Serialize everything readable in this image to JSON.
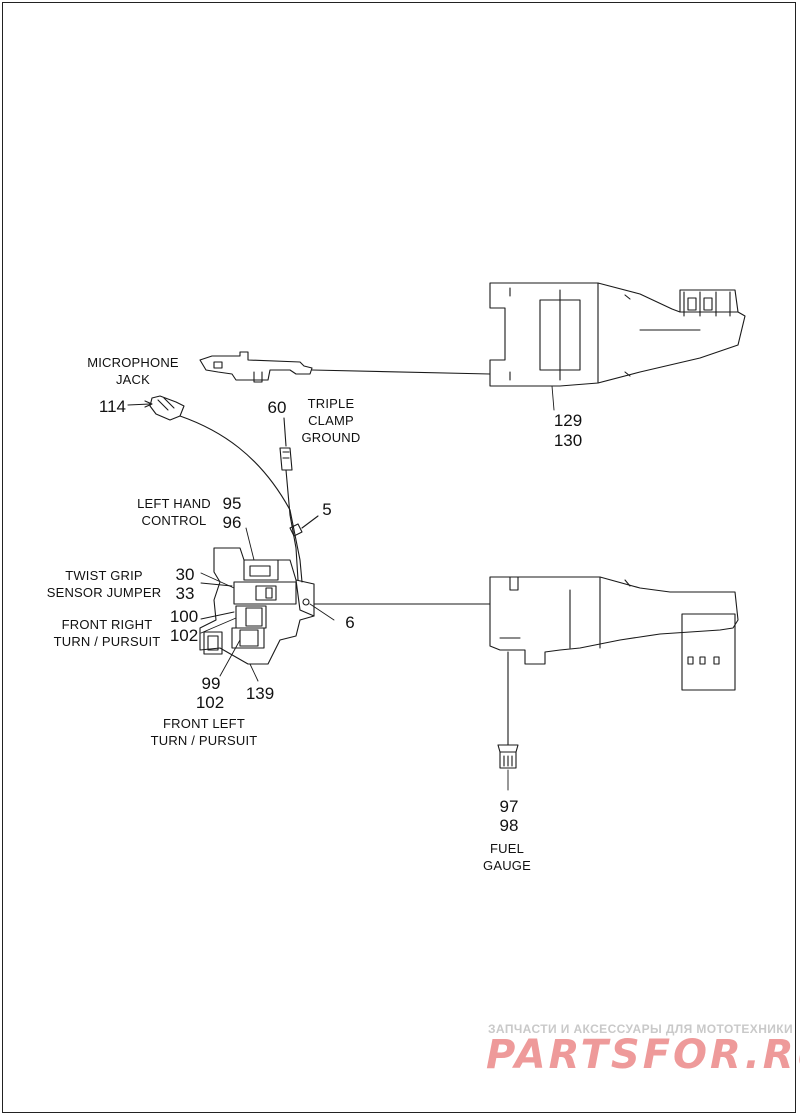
{
  "labels": {
    "microphone_jack": [
      "MICROPHONE",
      "JACK"
    ],
    "triple_clamp_ground": [
      "TRIPLE",
      "CLAMP",
      "GROUND"
    ],
    "left_hand_control": [
      "LEFT HAND",
      "CONTROL"
    ],
    "twist_grip_sensor_jumper": [
      "TWIST GRIP",
      "SENSOR JUMPER"
    ],
    "front_right_turn_pursuit": [
      "FRONT RIGHT",
      "TURN / PURSUIT"
    ],
    "front_left_turn_pursuit": [
      "FRONT LEFT",
      "TURN / PURSUIT"
    ],
    "fuel_gauge": [
      "FUEL",
      "GAUGE"
    ]
  },
  "numbers": {
    "n114": "114",
    "n60": "60",
    "n129": "129",
    "n130": "130",
    "n95": "95",
    "n96": "96",
    "n5": "5",
    "n30": "30",
    "n33": "33",
    "n100": "100",
    "n102a": "102",
    "n6": "6",
    "n99": "99",
    "n102b": "102",
    "n139": "139",
    "n97": "97",
    "n98": "98"
  },
  "watermark": {
    "caption": "ЗАПЧАСТИ И АКСЕССУАРЫ ДЛЯ МОТОТЕХНИКИ",
    "logo_a": "PARTS",
    "logo_b": "FOR.RU"
  }
}
